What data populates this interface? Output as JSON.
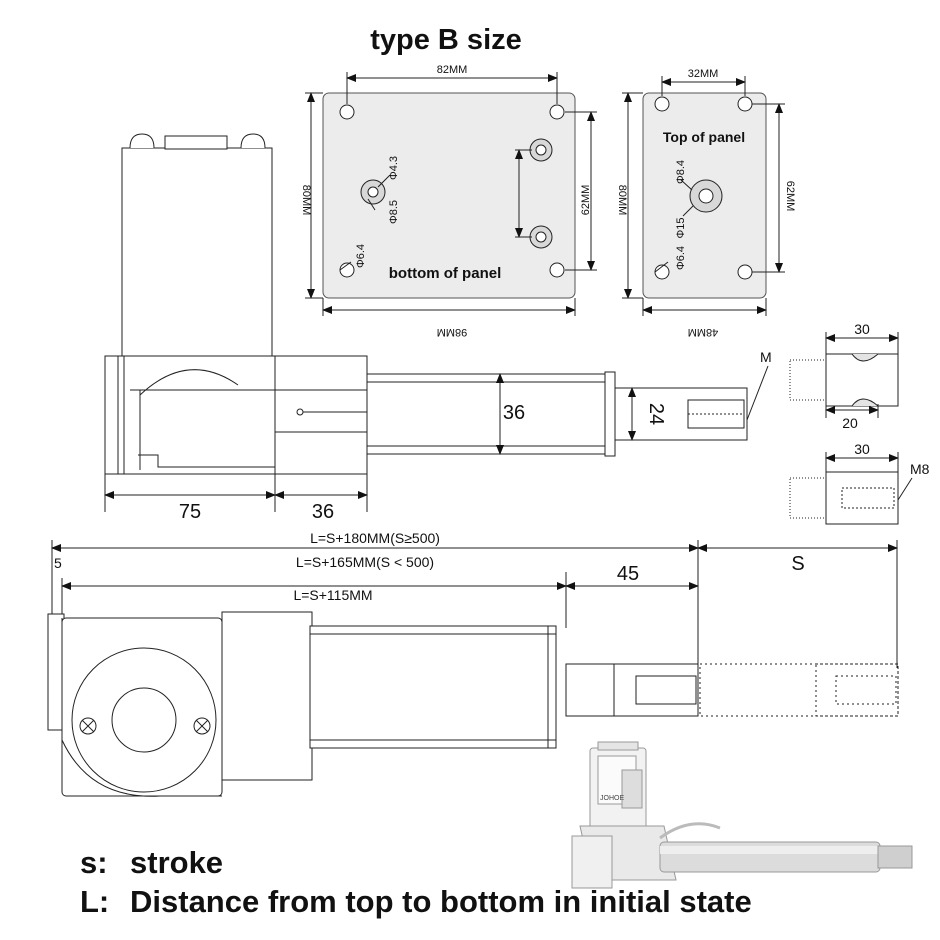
{
  "title": "type B size",
  "bottom_panel": {
    "label": "bottom of panel",
    "width_top": "82MM",
    "width_bottom": "98MM",
    "height_left": "80MM",
    "height_right": "62MM",
    "hole_small": "Φ4.3",
    "hole_mid": "Φ8.5",
    "hole_corner": "Φ6.4"
  },
  "top_panel": {
    "label": "Top of panel",
    "width_top": "32MM",
    "width_bottom": "48MM",
    "height_left": "80MM",
    "height_right": "62MM",
    "hole_center": "Φ8.4",
    "hole_outer": "Φ15",
    "hole_corner": "Φ6.4"
  },
  "side_view": {
    "dim_base": "75",
    "dim_gear": "36",
    "dim_tube": "36",
    "dim_rod": "24",
    "cut_label": "M"
  },
  "rod_ends": {
    "end_a_width": "30",
    "end_a_slot": "20",
    "end_b_width": "30",
    "end_b_thread": "M8"
  },
  "main_view": {
    "dim_l_long": "L=S+180MM(S≥500)",
    "dim_l_short": "L=S+165MM(S < 500)",
    "dim_l_body": "L=S+115MM",
    "dim_left": "5",
    "dim_rod_ext": "45",
    "dim_stroke": "S"
  },
  "legend": [
    {
      "key": "s:",
      "text": "stroke"
    },
    {
      "key": "L:",
      "text": "Distance from top to bottom in initial state"
    }
  ],
  "photo_label": {
    "brand": "JOHOE"
  }
}
